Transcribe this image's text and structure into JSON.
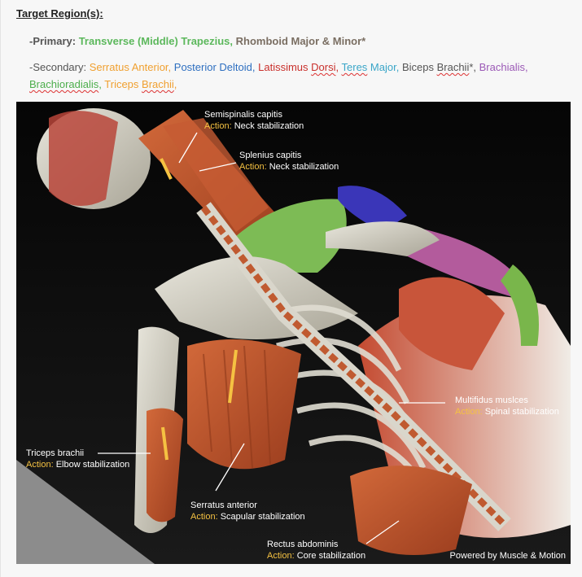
{
  "heading": "Target Region(s):",
  "primary": {
    "prefix": "-Primary: ",
    "item1": "Transverse (Middle) Trapezius,",
    "item2": "Rhomboid Major & Minor*"
  },
  "secondary": {
    "prefix": "-Secondary: ",
    "serratus": "Serratus Anterior,",
    "deltoid": "Posterior Deltoid,",
    "lat_a": "Latissimus ",
    "lat_b": "Dorsi",
    "lat_comma": ",",
    "teres_a": "Teres",
    "teres_b": " Major,",
    "biceps_a": "Biceps ",
    "biceps_b": "Brachii",
    "biceps_c": "*,",
    "brachialis": "Brachialis,",
    "brachiorad": "Brachioradialis",
    "brachiorad_comma": ",",
    "triceps_a": "Triceps ",
    "triceps_b": "Brachii",
    "triceps_comma": ","
  },
  "figure": {
    "labels": {
      "semispinalis": {
        "name": "Semispinalis capitis",
        "action_label": "Action:",
        "action": " Neck stabilization"
      },
      "splenius": {
        "name": "Splenius capitis",
        "action_label": "Action:",
        "action": " Neck stabilization"
      },
      "multifidus": {
        "name": "Multifidus muslces",
        "action_label": "Action:",
        "action": " Spinal stabilization"
      },
      "triceps": {
        "name": "Triceps brachii",
        "action_label": "Action:",
        "action": " Elbow stabilization"
      },
      "serratus": {
        "name": "Serratus anterior",
        "action_label": "Action:",
        "action": " Scapular stabilization"
      },
      "rectus": {
        "name": "Rectus abdominis",
        "action_label": "Action:",
        "action": " Core stabilization"
      }
    },
    "credit": "Powered by Muscle & Motion"
  }
}
